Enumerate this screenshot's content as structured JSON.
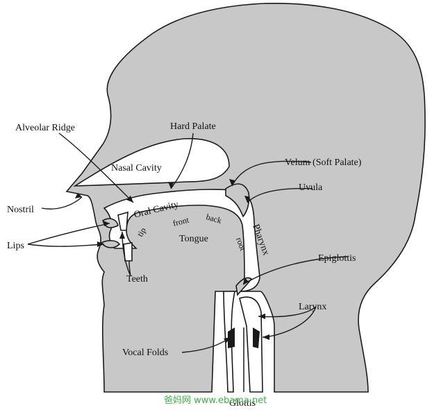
{
  "labels": {
    "alveolar_ridge": "Alveolar Ridge",
    "hard_palate": "Hard Palate",
    "nasal_cavity": "Nasal Cavity",
    "velum": "Velum (Soft Palate)",
    "uvula": "Uvula",
    "nostril": "Nostril",
    "oral_cavity": "Oral Cavity",
    "front": "front",
    "back": "back",
    "tip": "tip",
    "lips": "Lips",
    "tongue": "Tongue",
    "root": "root",
    "pharynx": "Pharynx",
    "epiglottis": "Epiglottis",
    "teeth": "Teeth",
    "larynx": "Larynx",
    "vocal_folds": "Vocal Folds",
    "glottis": "Glottis"
  },
  "watermark": "爸妈网 www.ebama.net",
  "colors": {
    "tissue": "#c8c8c8",
    "outline": "#1a1a1a",
    "watermark": "#3fae49"
  }
}
